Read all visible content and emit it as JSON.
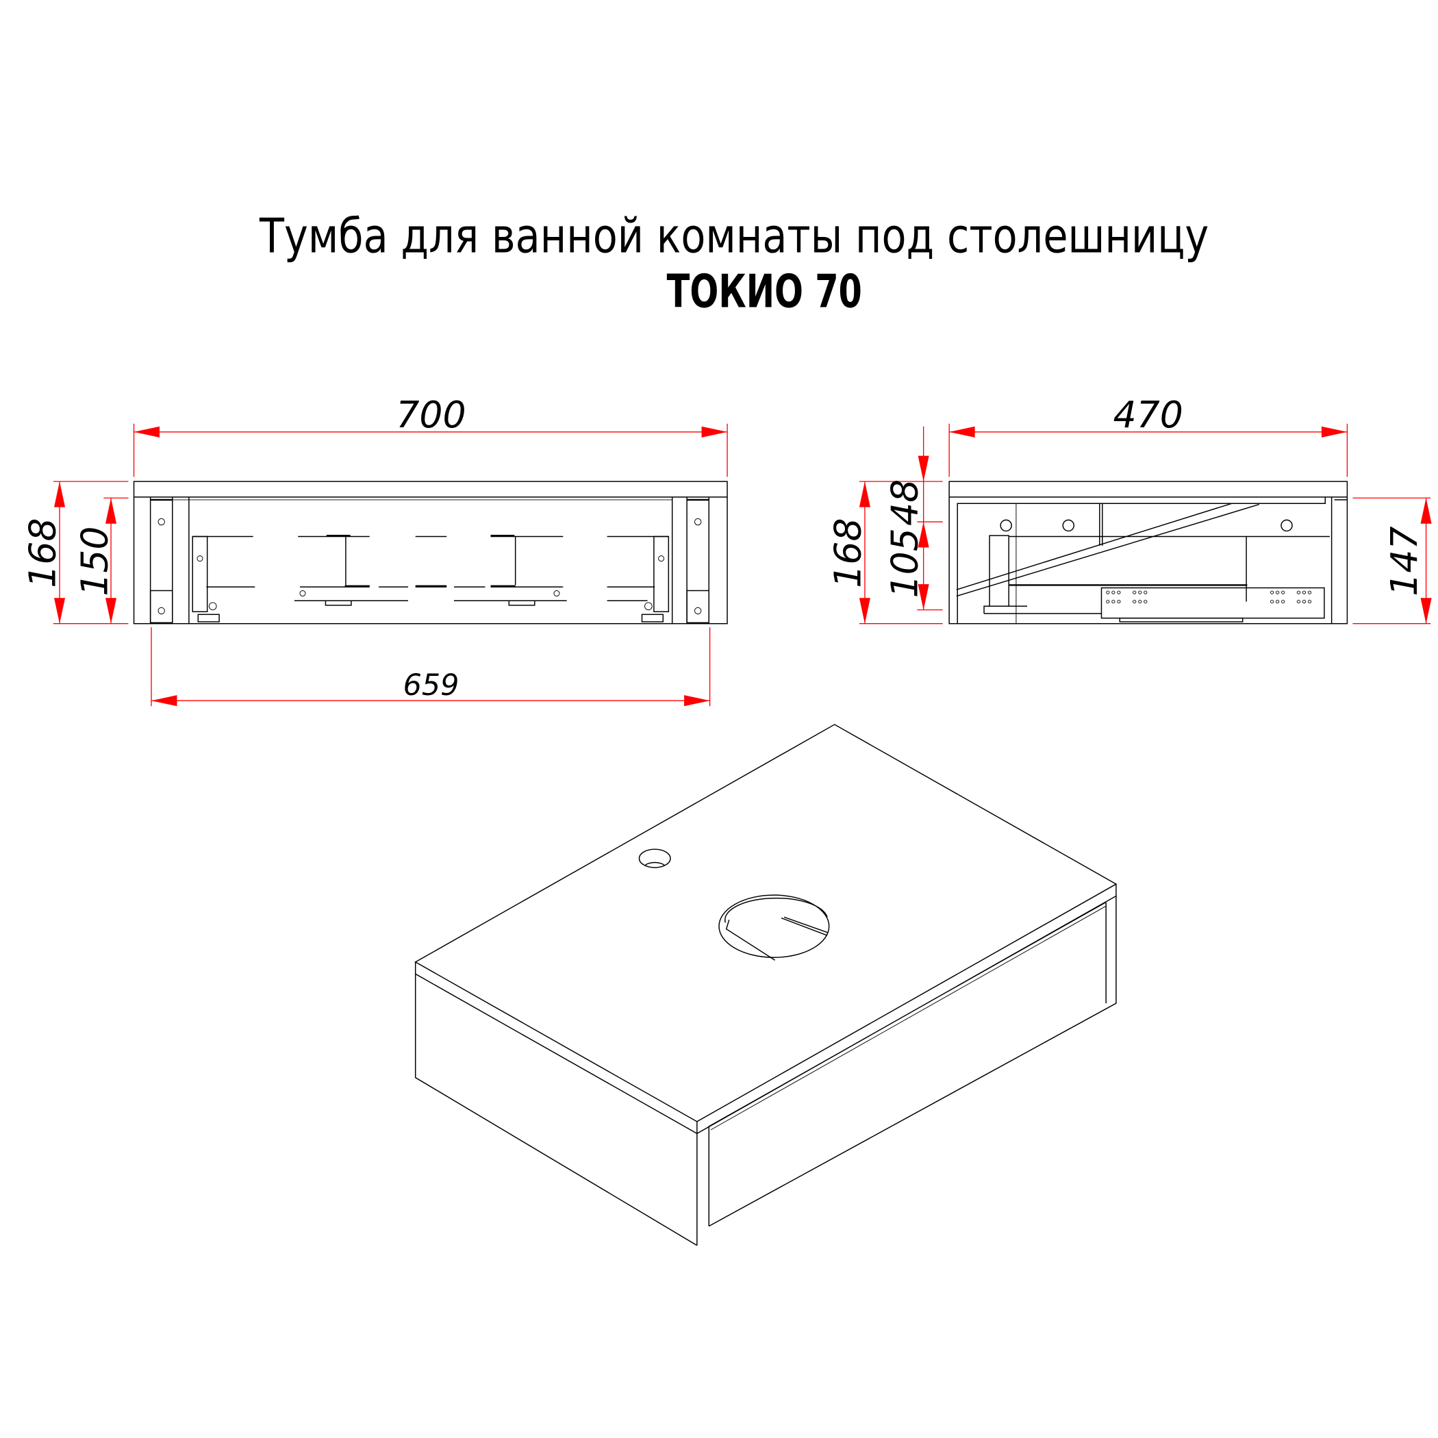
{
  "title": {
    "line1": "Тумба для ванной комнаты под столешницу",
    "line2": "ТОКИО 70"
  },
  "front_view": {
    "width_total": "700",
    "width_inner": "659",
    "height_total": "168",
    "height_body": "150"
  },
  "side_view": {
    "depth_total": "470",
    "height_total": "168",
    "height_top": "48",
    "height_drawer": "105",
    "height_body": "147"
  },
  "colors": {
    "dimension": "#ff0000",
    "outline": "#000000"
  }
}
